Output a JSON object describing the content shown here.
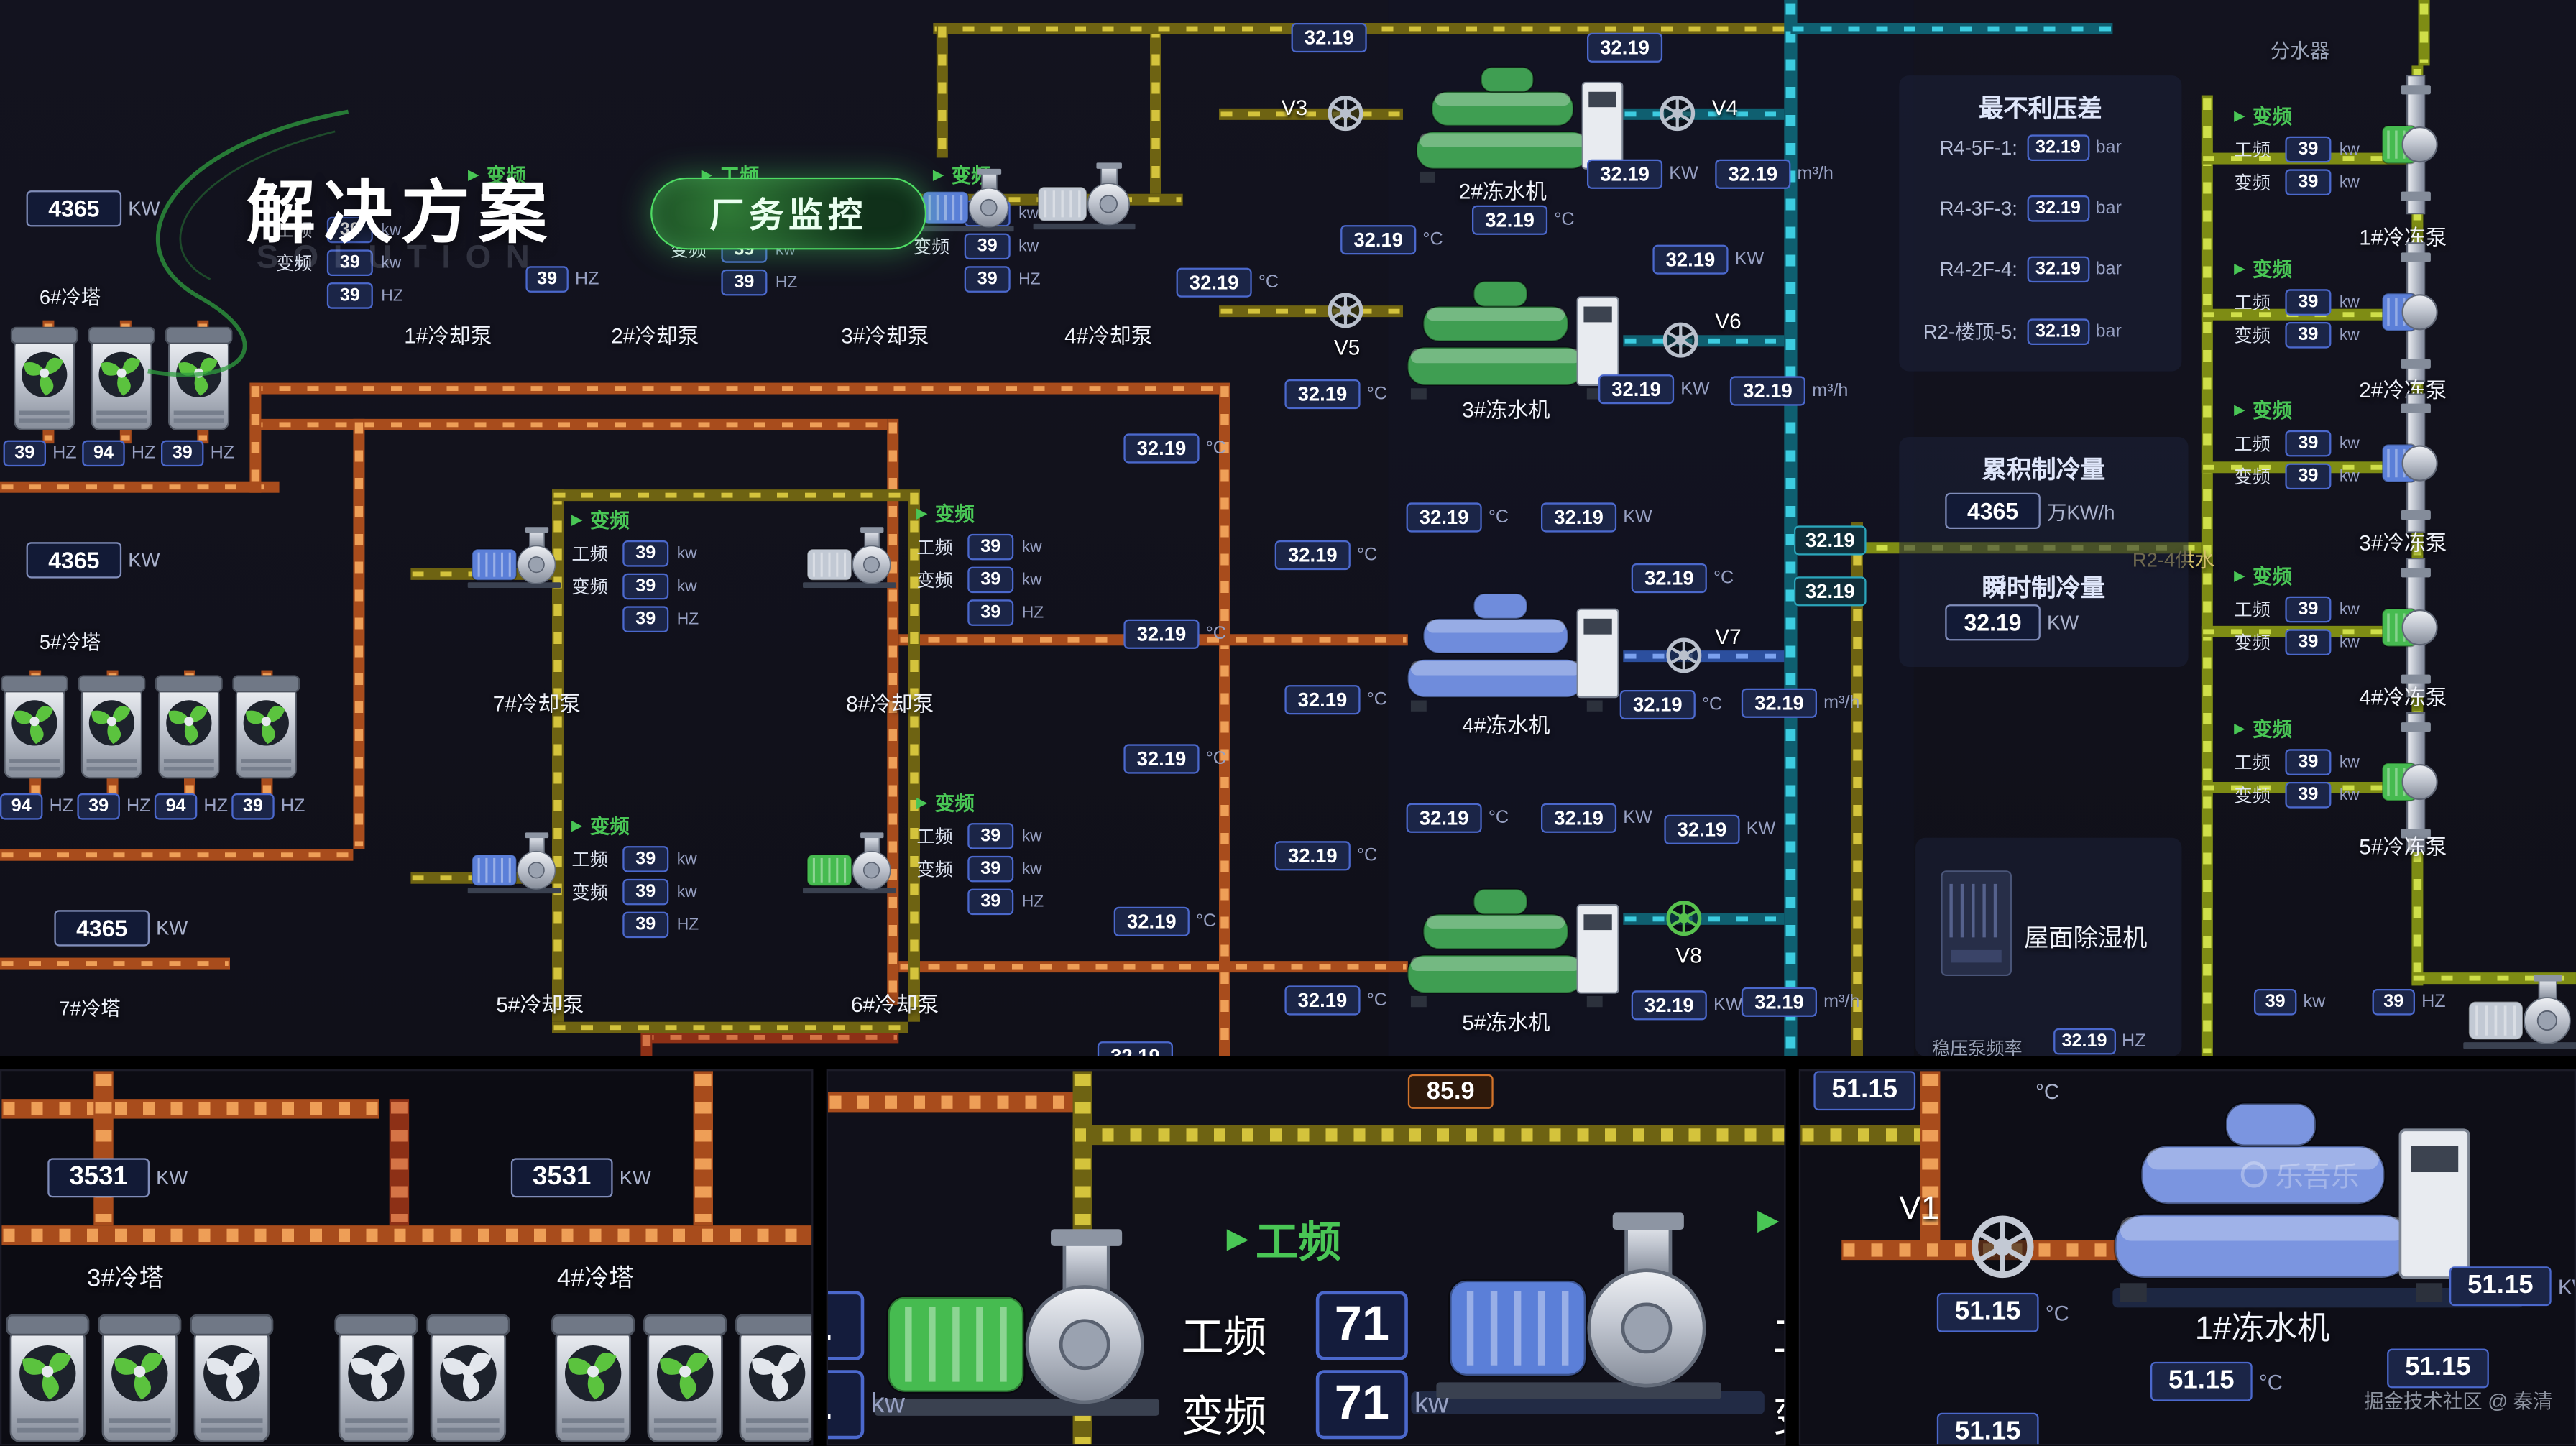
{
  "header": {
    "title": "解决方案",
    "subtitle": "SOLUTION",
    "badge": "厂务监控"
  },
  "v": {
    "t": "32.19",
    "n39": "39",
    "n94": "94",
    "big": "4365",
    "big2": "3531",
    "n71": "71",
    "t51": "51.15",
    "t85": "85.9",
    "n1": "1"
  },
  "u": {
    "c": "°C",
    "kw": "KW",
    "kwl": "kw",
    "hz": "HZ",
    "bar": "bar",
    "m3": "m³/h",
    "wan": "万KW/h"
  },
  "w": {
    "gf": "工频",
    "bf": "变频",
    "arrow": "▶"
  },
  "dev": {
    "tower6": "6#冷塔",
    "tower5": "5#冷塔",
    "tower7": "7#冷塔",
    "tower3": "3#冷塔",
    "tower4": "4#冷塔",
    "cp1": "1#冷却泵",
    "cp2": "2#冷却泵",
    "cp3": "3#冷却泵",
    "cp4": "4#冷却泵",
    "cp5": "5#冷却泵",
    "cp6": "6#冷却泵",
    "cp7": "7#冷却泵",
    "cp8": "8#冷却泵",
    "ch1": "1#冻水机",
    "ch2": "2#冻水机",
    "ch3": "3#冻水机",
    "ch4": "4#冻水机",
    "ch5": "5#冻水机",
    "fp1": "1#冷冻泵",
    "fp2": "2#冷冻泵",
    "fp3": "3#冷冻泵",
    "fp4": "4#冷冻泵",
    "fp5": "5#冷冻泵",
    "v1": "V1",
    "v3": "V3",
    "v4": "V4",
    "v5": "V5",
    "v6": "V6",
    "v7": "V7",
    "v8": "V8",
    "divider": "分水器",
    "supply": "R2-4供水",
    "dehum": "屋面除湿机",
    "stab": "稳压泵频率"
  },
  "pressure": {
    "title": "最不利压差",
    "rows": [
      {
        "l": "R4-5F-1:",
        "v": "32.19",
        "u": "bar"
      },
      {
        "l": "R4-3F-3:",
        "v": "32.19",
        "u": "bar"
      },
      {
        "l": "R4-2F-4:",
        "v": "32.19",
        "u": "bar"
      },
      {
        "l": "R2-楼顶-5:",
        "v": "32.19",
        "u": "bar"
      }
    ]
  },
  "energy": {
    "t1": "累积制冷量",
    "v1": "4365",
    "u1": "万KW/h",
    "t2": "瞬时制冷量",
    "v2": "32.19",
    "u2": "KW"
  },
  "wm": {
    "site": "掘金技术社区 @ 秦清",
    "tool": "乐吾乐"
  }
}
